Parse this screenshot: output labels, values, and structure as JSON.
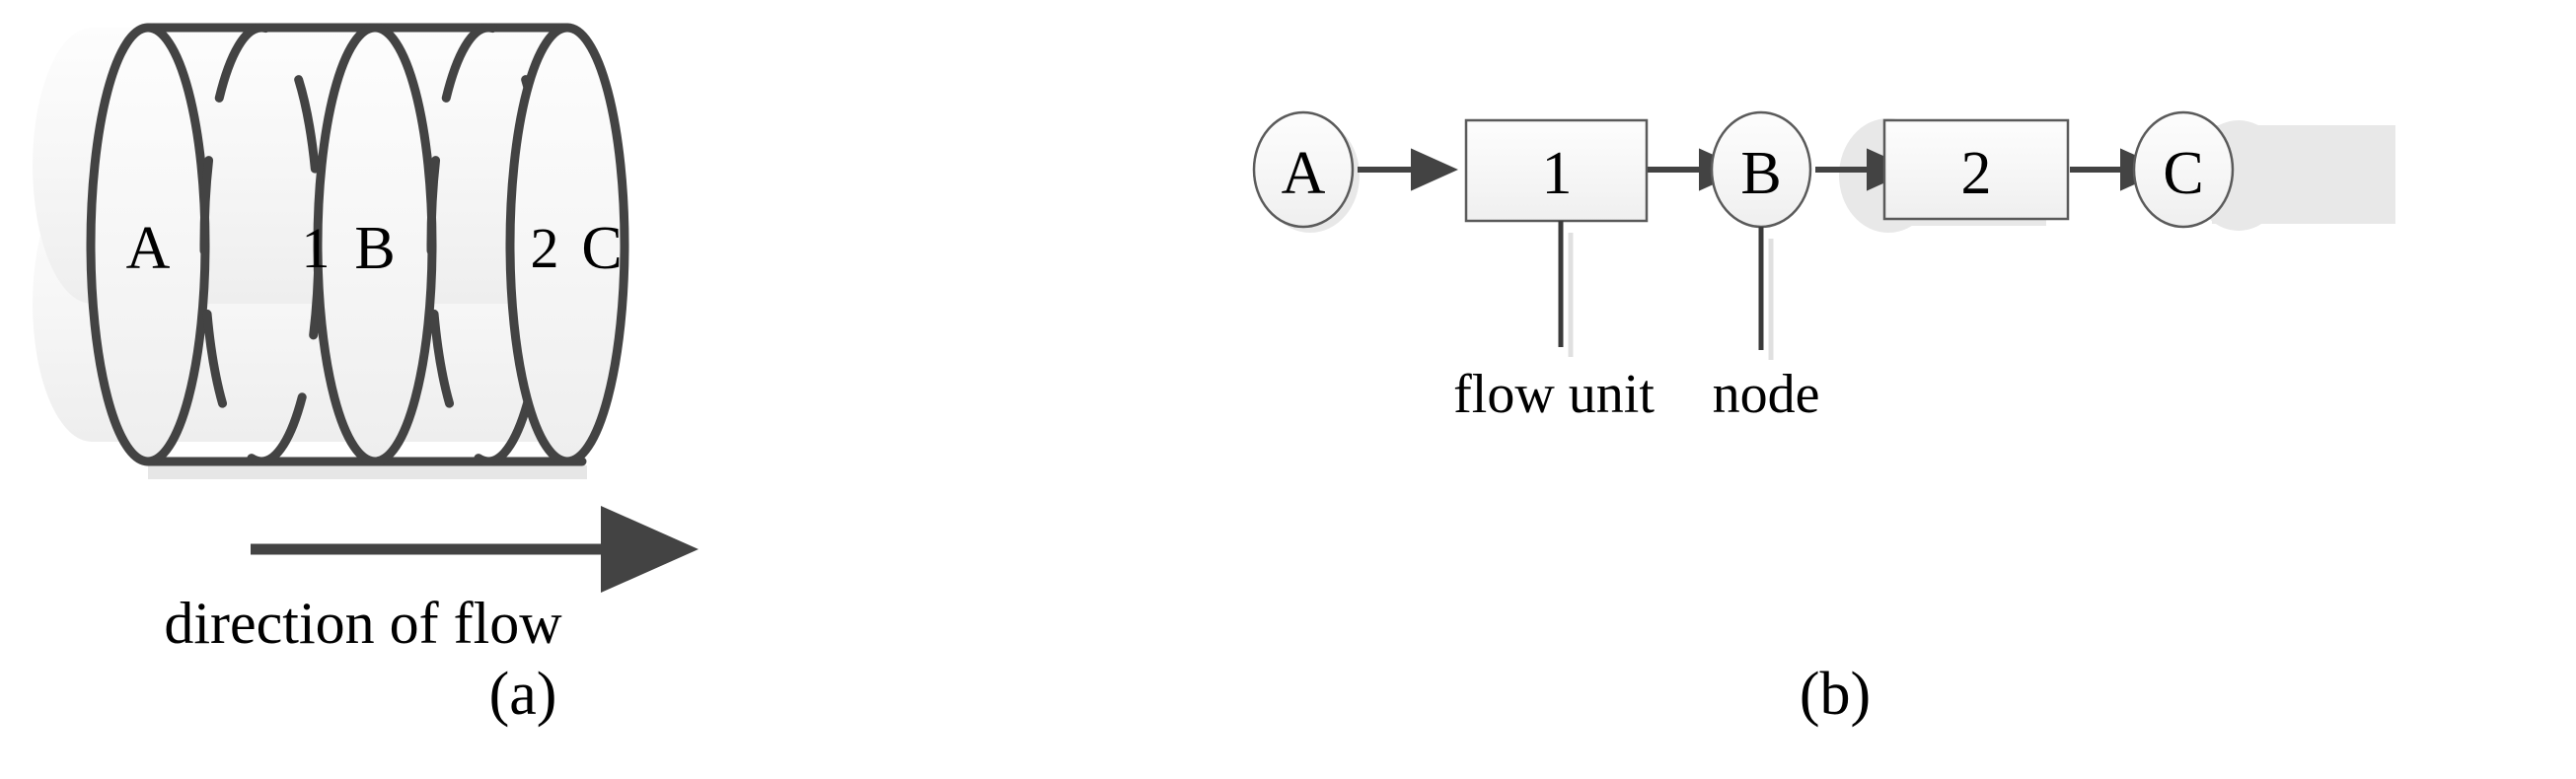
{
  "figure": {
    "background_color": "#ffffff",
    "stroke_dark": "#434343",
    "stroke_thin": "#595959",
    "text_color": "#000000",
    "fill_light": "#f4f4f4",
    "shadow_color": "#e6e6e6"
  },
  "panel_a": {
    "caption": "(a)",
    "flow_caption": "direction of flow",
    "arrow_icon": "right-arrow-icon",
    "segments": [
      {
        "id": "cap-a",
        "label": "A",
        "kind": "node"
      },
      {
        "id": "unit-1",
        "label": "1",
        "kind": "flow-unit"
      },
      {
        "id": "cap-b",
        "label": "B",
        "kind": "node"
      },
      {
        "id": "unit-2",
        "label": "2",
        "kind": "flow-unit"
      },
      {
        "id": "cap-c",
        "label": "C",
        "kind": "node"
      }
    ]
  },
  "panel_b": {
    "caption": "(b)",
    "nodes": [
      {
        "id": "node-a",
        "label": "A"
      },
      {
        "id": "node-b",
        "label": "B"
      },
      {
        "id": "node-c",
        "label": "C"
      }
    ],
    "units": [
      {
        "id": "unit-1",
        "label": "1"
      },
      {
        "id": "unit-2",
        "label": "2"
      }
    ],
    "annotations": [
      {
        "id": "flow-unit-annotation",
        "label": "flow unit",
        "points_to": "unit-1"
      },
      {
        "id": "node-annotation",
        "label": "node",
        "points_to": "node-b"
      }
    ],
    "arrow_icon": "right-arrow-icon",
    "edges": [
      {
        "from": "node-a",
        "to": "unit-1"
      },
      {
        "from": "unit-1",
        "to": "node-b"
      },
      {
        "from": "node-b",
        "to": "unit-2"
      },
      {
        "from": "unit-2",
        "to": "node-c"
      }
    ]
  }
}
